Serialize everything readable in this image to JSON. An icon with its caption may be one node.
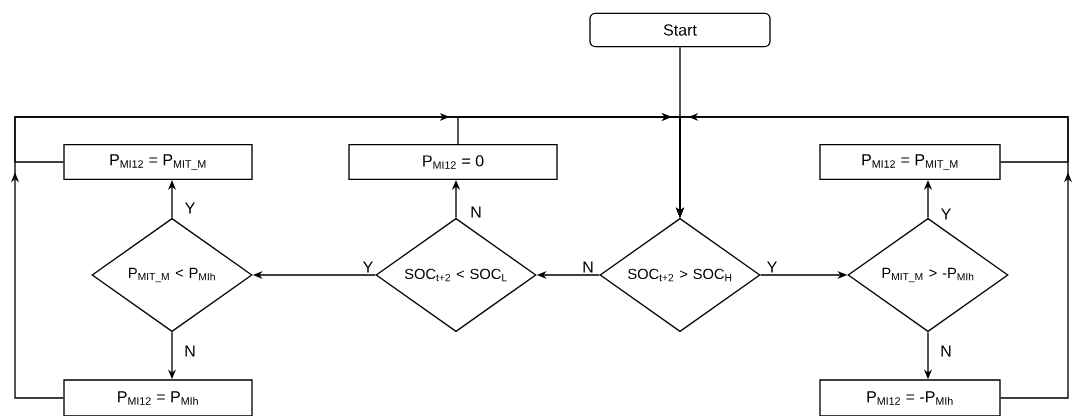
{
  "diagram": {
    "nodes": [
      {
        "text": [
          "Start"
        ]
      },
      {
        "text": [
          "P$_{MI12}$ = P$_{MIT_M}$"
        ]
      },
      {
        "text": [
          "P$_{MI12}$ = 0"
        ]
      },
      {
        "text": [
          "P$_{MI12}$ = P$_{MIT_M}$"
        ]
      },
      {
        "text": [
          "P$_{MIT_M}$ < P$_{MIh}$"
        ]
      },
      {
        "text": [
          "SOC$_{t+2}$ < SOC$_{L}$"
        ]
      },
      {
        "text": [
          "SOC$_{t+2}$ > SOC$_{H}$"
        ]
      },
      {
        "text": [
          "P$_{MIT_M}$ > -P$_{MIh}$"
        ]
      },
      {
        "text": [
          "P$_{MI12}$ = P$_{MIh}$"
        ]
      },
      {
        "text": [
          "P$_{MI12}$ = -P$_{MIh}$"
        ]
      }
    ],
    "edges": [
      {
        "from": 0,
        "to": 6,
        "arrow": "to"
      },
      {
        "from": 6,
        "to": 5,
        "arrow": "to",
        "label": "N"
      },
      {
        "from": 6,
        "to": 7,
        "arrow": "to",
        "label": "Y"
      },
      {
        "from": 5,
        "to": 4,
        "arrow": "to",
        "label": "Y"
      },
      {
        "from": 5,
        "to": 2,
        "arrow": "to",
        "label": "N"
      },
      {
        "from": 4,
        "to": 1,
        "arrow": "to",
        "label": "Y"
      },
      {
        "from": 4,
        "to": 8,
        "arrow": "to",
        "label": "N"
      },
      {
        "from": 7,
        "to": 3,
        "arrow": "to",
        "label": "Y"
      },
      {
        "from": 7,
        "to": 9,
        "arrow": "to",
        "label": "N"
      },
      {
        "from": 1,
        "to": 6,
        "arrow": "to"
      },
      {
        "from": 2,
        "to": 6,
        "arrow": "to"
      },
      {
        "from": 3,
        "to": 6,
        "arrow": "to"
      },
      {
        "from": 8,
        "to": 6,
        "arrow": "to"
      },
      {
        "from": 9,
        "to": 6,
        "arrow": "to"
      }
    ]
  }
}
